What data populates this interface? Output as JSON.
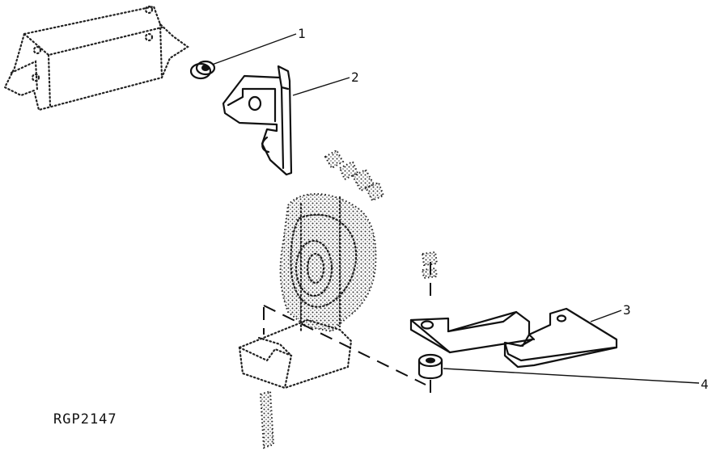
{
  "figure_id": "RGP2147",
  "callouts": [
    {
      "number": "1",
      "part": "spacer"
    },
    {
      "number": "2",
      "part": "mounting-bracket"
    },
    {
      "number": "3",
      "part": "support-bracket"
    },
    {
      "number": "4",
      "part": "spacer"
    }
  ]
}
